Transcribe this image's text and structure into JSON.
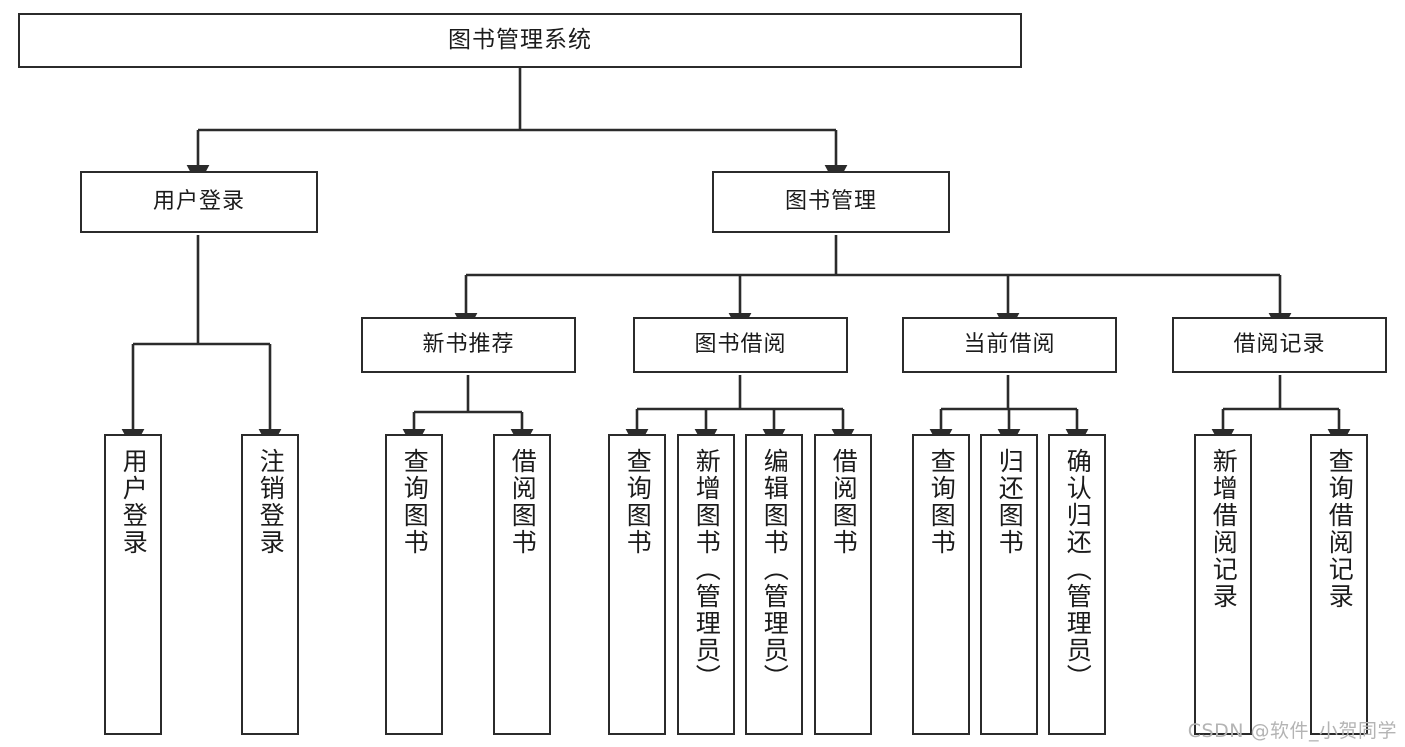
{
  "diagram": {
    "title": "图书管理系统",
    "type": "tree-hierarchy-chart",
    "watermark": "CSDN @软件_小贺同学",
    "colors": {
      "stroke": "#2b2b2b",
      "fill": "#ffffff",
      "text": "#1b1b1b",
      "watermark": "#b4b4b4"
    }
  },
  "nodes": {
    "root": {
      "label": "图书管理系统"
    },
    "level2": [
      {
        "label": "用户登录"
      },
      {
        "label": "图书管理"
      }
    ],
    "level3": [
      {
        "label": "新书推荐"
      },
      {
        "label": "图书借阅"
      },
      {
        "label": "当前借阅"
      },
      {
        "label": "借阅记录"
      }
    ],
    "leaves": {
      "user_login": [
        {
          "label": "用户登录"
        },
        {
          "label": "注销登录"
        }
      ],
      "new_book_recommend": [
        {
          "label": "查询图书"
        },
        {
          "label": "借阅图书"
        }
      ],
      "book_borrow": [
        {
          "label": "查询图书"
        },
        {
          "label": "新增图书（管理员）"
        },
        {
          "label": "编辑图书（管理员）"
        },
        {
          "label": "借阅图书"
        }
      ],
      "current_borrow": [
        {
          "label": "查询图书"
        },
        {
          "label": "归还图书"
        },
        {
          "label": "确认归还（管理员）"
        }
      ],
      "borrow_record": [
        {
          "label": "新增借阅记录"
        },
        {
          "label": "查询借阅记录"
        }
      ]
    }
  }
}
